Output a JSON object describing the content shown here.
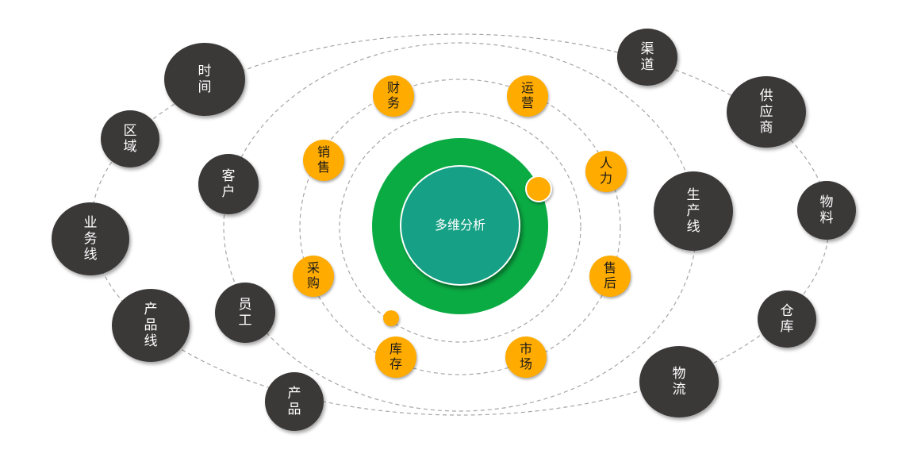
{
  "center": {
    "label": "多维分析"
  },
  "colors": {
    "outer_ring": "#0bab44",
    "center_fill": "#16a085",
    "inner_node": "#ffab00",
    "outer_node": "#3b3838",
    "orbit_line": "#a6a6a6"
  },
  "inner_nodes": [
    "财务",
    "运营",
    "销售",
    "人力",
    "采购",
    "售后",
    "库存",
    "市场"
  ],
  "middle_nodes": [
    "客户",
    "员工",
    "生产线"
  ],
  "outer_nodes": [
    "时间",
    "区域",
    "业务线",
    "产品线",
    "产品",
    "物流",
    "仓库",
    "物料",
    "供应商",
    "渠道"
  ]
}
